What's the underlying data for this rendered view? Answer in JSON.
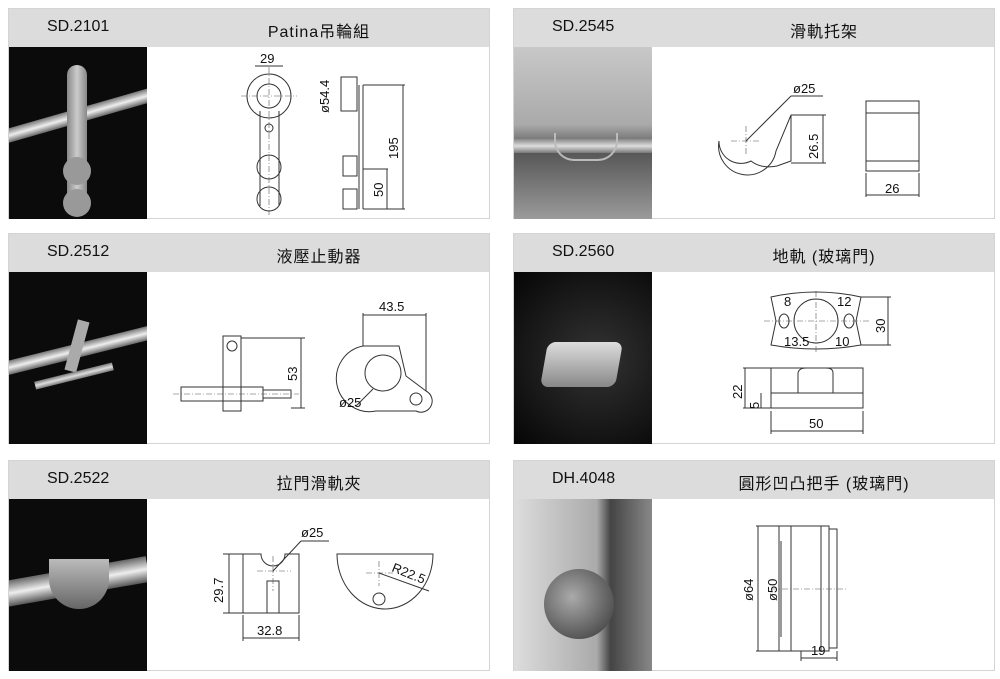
{
  "products": [
    {
      "code": "SD.2101",
      "name": "Patina吊輪組",
      "dims": {
        "width": "29",
        "diameter": "ø54.4",
        "height": "195",
        "spacing": "50"
      }
    },
    {
      "code": "SD.2545",
      "name": "滑軌托架",
      "dims": {
        "diameter": "ø25",
        "height": "26.5",
        "width": "26"
      }
    },
    {
      "code": "SD.2512",
      "name": "液壓止動器",
      "dims": {
        "height": "53",
        "width": "43.5",
        "diameter": "ø25"
      }
    },
    {
      "code": "SD.2560",
      "name": "地軌 (玻璃門)",
      "dims": {
        "a": "8",
        "b": "12",
        "c": "13.5",
        "d": "10",
        "depth": "30",
        "height": "22",
        "base": "5",
        "width": "50"
      }
    },
    {
      "code": "SD.2522",
      "name": "拉門滑軌夾",
      "dims": {
        "diameter": "ø25",
        "height": "29.7",
        "width": "32.8",
        "radius": "R22.5"
      }
    },
    {
      "code": "DH.4048",
      "name": "圓形凹凸把手 (玻璃門)",
      "dims": {
        "outer": "ø64",
        "inner": "ø50",
        "depth": "19"
      }
    }
  ]
}
